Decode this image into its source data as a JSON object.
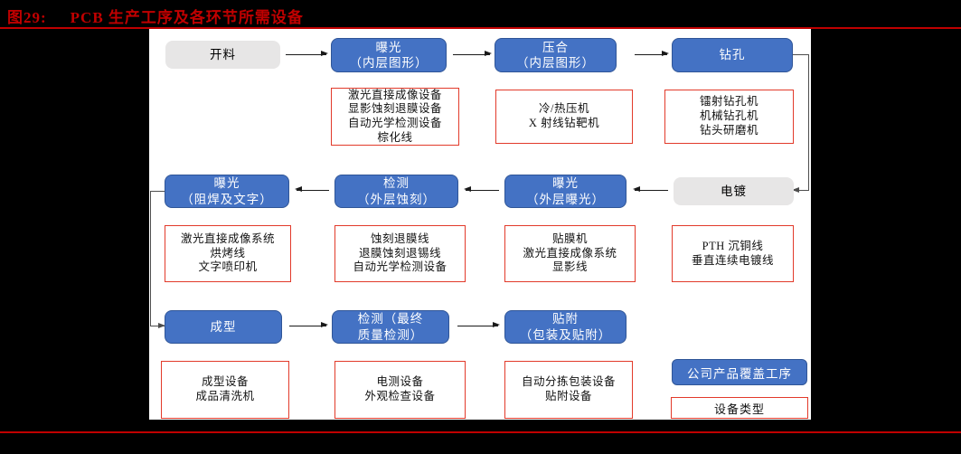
{
  "header": {
    "figure_label": "图29:",
    "title": "PCB 生产工序及各环节所需设备"
  },
  "flow": {
    "row1": [
      {
        "id": "kailiao",
        "lines": [
          "开料"
        ],
        "type": "process-not-covered"
      },
      {
        "id": "baoguang-neiceng",
        "lines": [
          "曝光",
          "（内层图形）"
        ],
        "type": "process-covered"
      },
      {
        "id": "yahe",
        "lines": [
          "压合",
          "（内层图形）"
        ],
        "type": "process-covered"
      },
      {
        "id": "zuankong",
        "lines": [
          "钻孔"
        ],
        "type": "process-covered"
      }
    ],
    "row2": [
      {
        "id": "baoguang-zuhan",
        "lines": [
          "曝光",
          "（阻焊及文字）"
        ],
        "type": "process-covered"
      },
      {
        "id": "jiance-waiceng",
        "lines": [
          "检测",
          "（外层蚀刻）"
        ],
        "type": "process-covered"
      },
      {
        "id": "baoguang-waiceng",
        "lines": [
          "曝光",
          "（外层曝光）"
        ],
        "type": "process-covered"
      },
      {
        "id": "diandu",
        "lines": [
          "电镀"
        ],
        "type": "process-not-covered"
      }
    ],
    "row3": [
      {
        "id": "chengxing",
        "lines": [
          "成型"
        ],
        "type": "process-covered"
      },
      {
        "id": "jiance-zuizhong",
        "lines": [
          "检测（最终",
          "质量检测）"
        ],
        "type": "process-covered"
      },
      {
        "id": "tiefu",
        "lines": [
          "贴附",
          "（包装及贴附）"
        ],
        "type": "process-covered"
      }
    ]
  },
  "equipment": {
    "neiceng_tuxing": [
      "激光直接成像设备",
      "显影蚀刻退膜设备",
      "自动光学检测设备",
      "棕化线"
    ],
    "yahe": [
      "冷/热压机",
      "X 射线钻靶机"
    ],
    "zuankong": [
      "镭射钻孔机",
      "机械钻孔机",
      "钻头研磨机"
    ],
    "zuhan_wenzi": [
      "激光直接成像系统",
      "烘烤线",
      "文字喷印机"
    ],
    "waiceng_shike": [
      "蚀刻退膜线",
      "退膜蚀刻退锡线",
      "自动光学检测设备"
    ],
    "waiceng_baoguang": [
      "贴膜机",
      "激光直接成像系统",
      "显影线"
    ],
    "diandu": [
      "PTH 沉铜线",
      "垂直连续电镀线"
    ],
    "chengxing": [
      "成型设备",
      "成品清洗机"
    ],
    "zuizhong_jiance": [
      "电测设备",
      "外观检查设备"
    ],
    "tiefu": [
      "自动分拣包装设备",
      "贴附设备"
    ]
  },
  "legend": {
    "covered_label": "公司产品覆盖工序",
    "equipment_label": "设备类型"
  },
  "colors": {
    "background": "#000000",
    "accent_red_line": "#c00000",
    "title_red": "#c00000",
    "node_blue": "#4472c4",
    "node_gray": "#e7e6e6",
    "equipment_border_red": "#e23a2a",
    "connector_gray": "#4d4d4d"
  }
}
